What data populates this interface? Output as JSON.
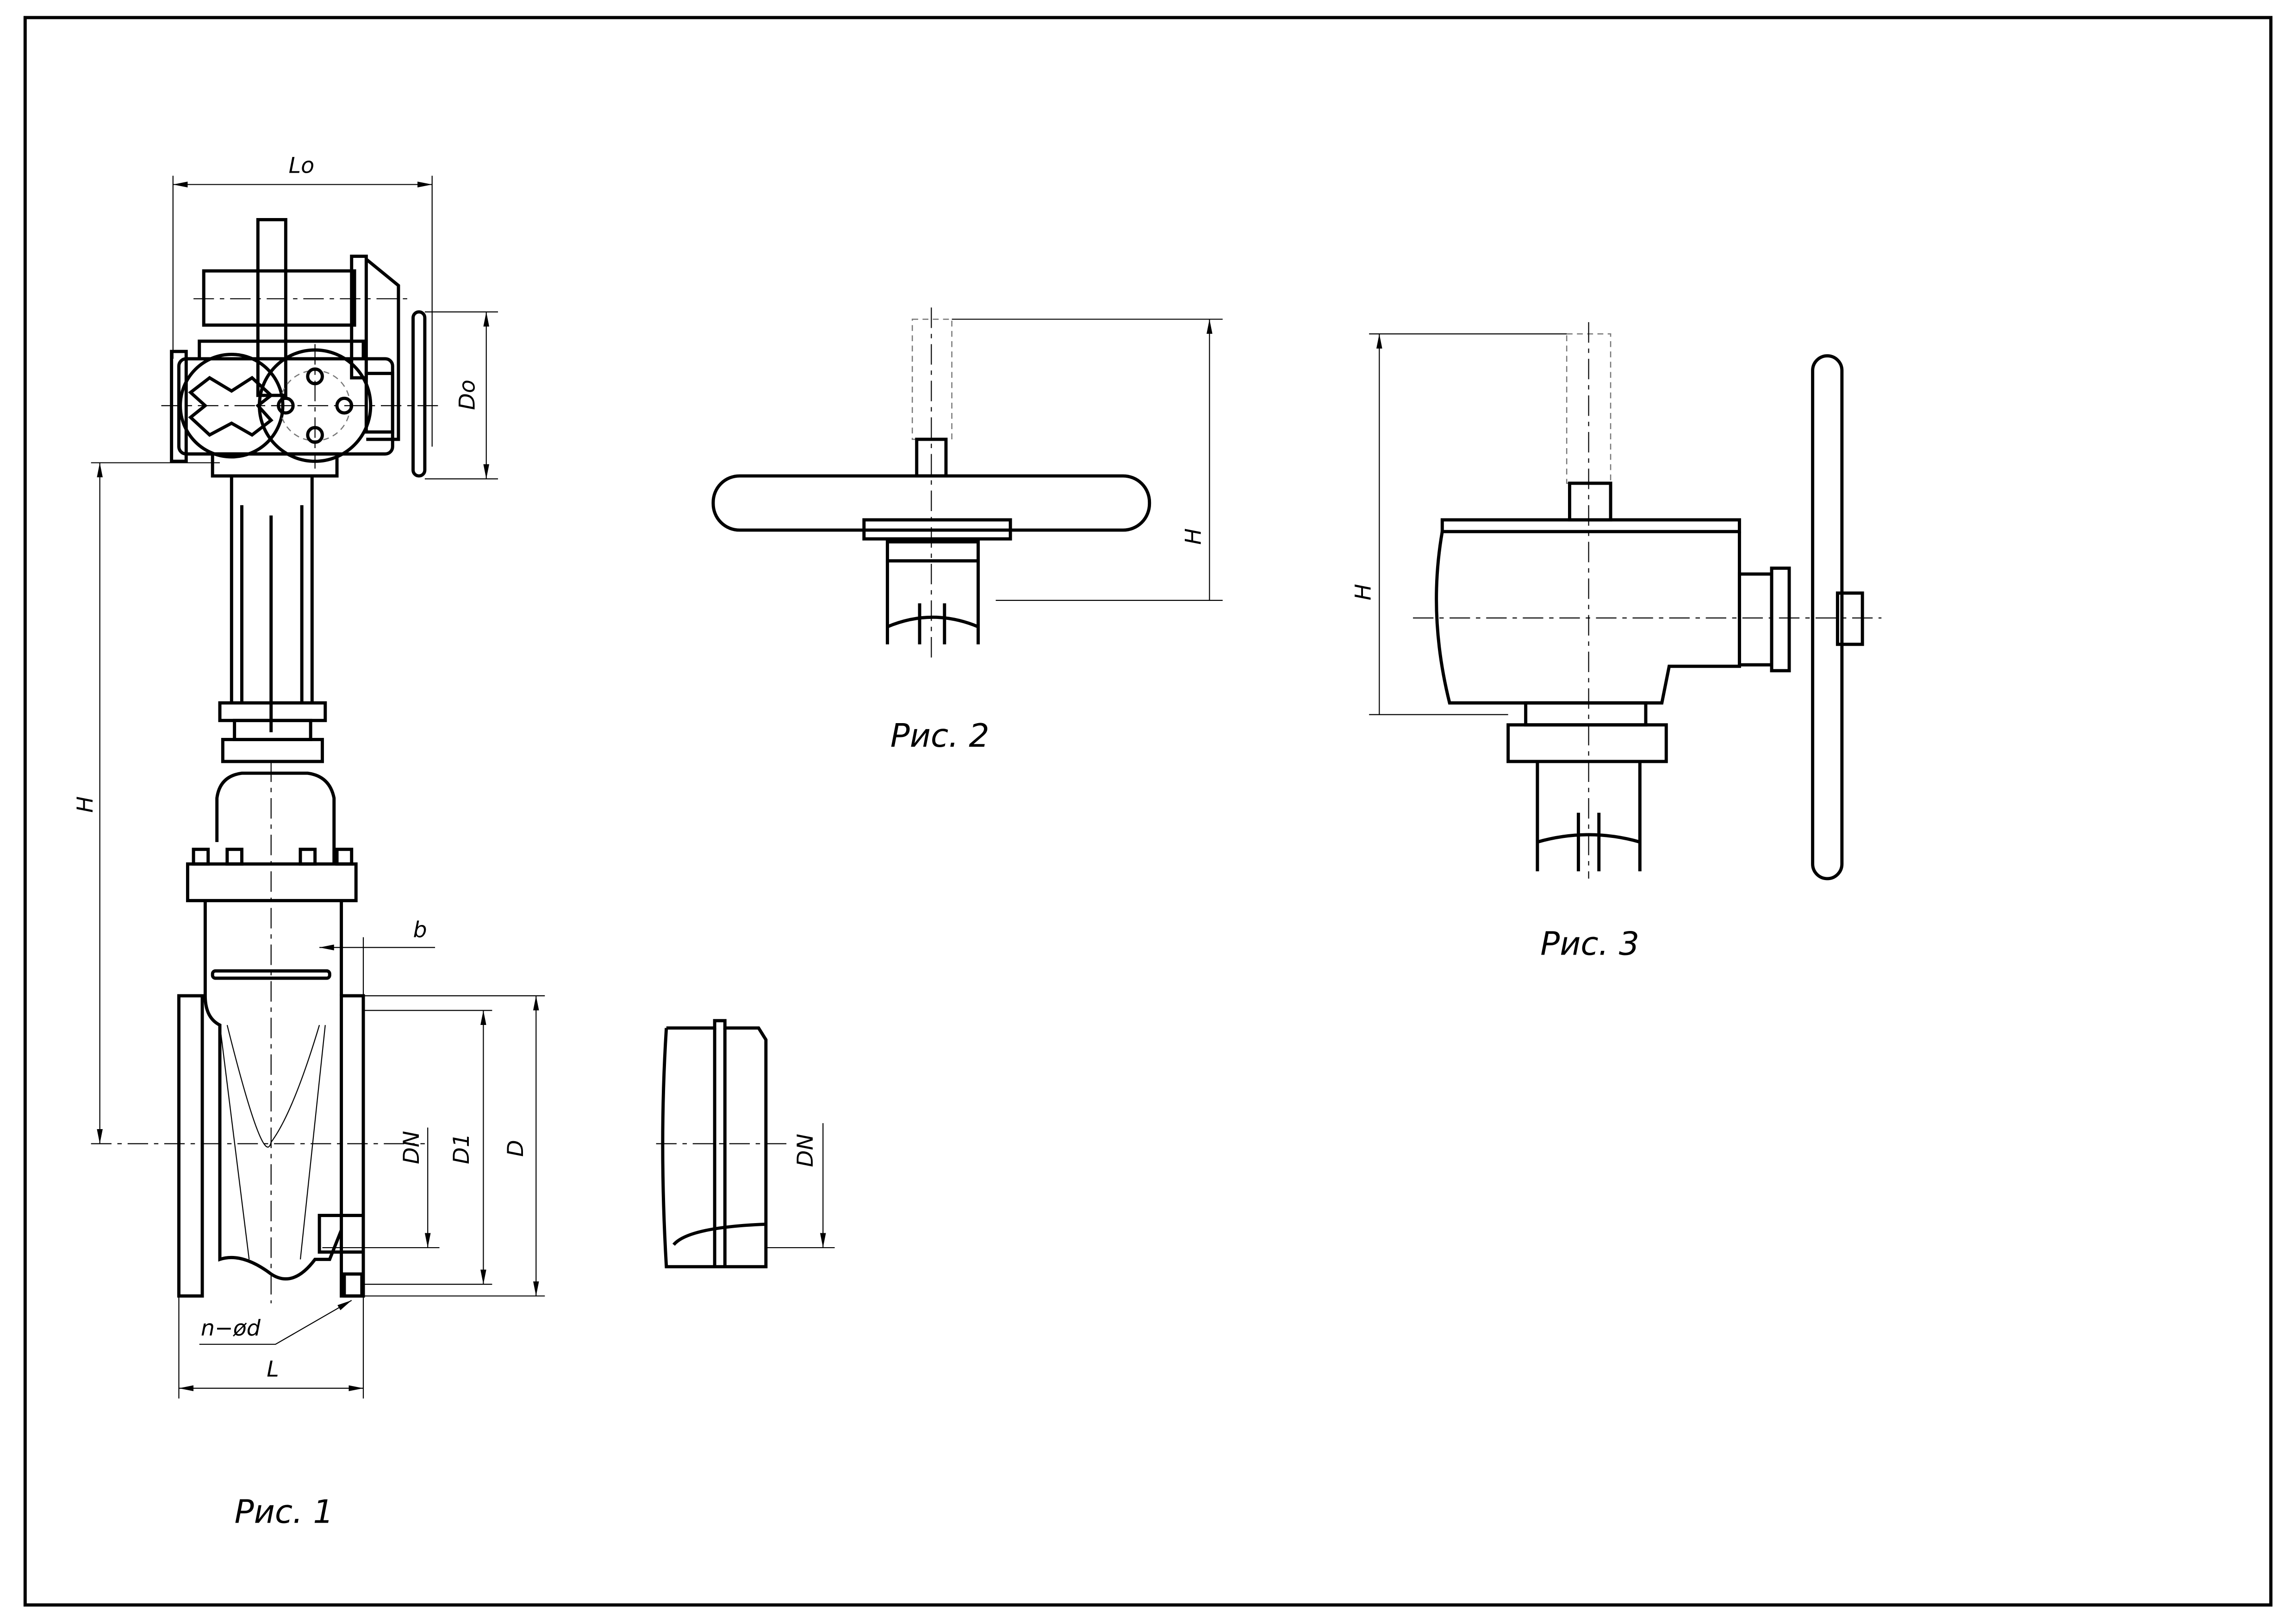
{
  "figures": {
    "fig1": {
      "caption": "Рис. 1"
    },
    "fig2": {
      "caption": "Рис. 2"
    },
    "fig3": {
      "caption": "Рис. 3"
    }
  },
  "dimensions": {
    "lo": "Lo",
    "do": "Do",
    "h1": "H",
    "b": "b",
    "dn1": "DN",
    "d1": "D1",
    "d": "D",
    "nd": "n−ød",
    "l": "L",
    "dn_detail": "DN",
    "h2": "H",
    "h3": "H"
  }
}
